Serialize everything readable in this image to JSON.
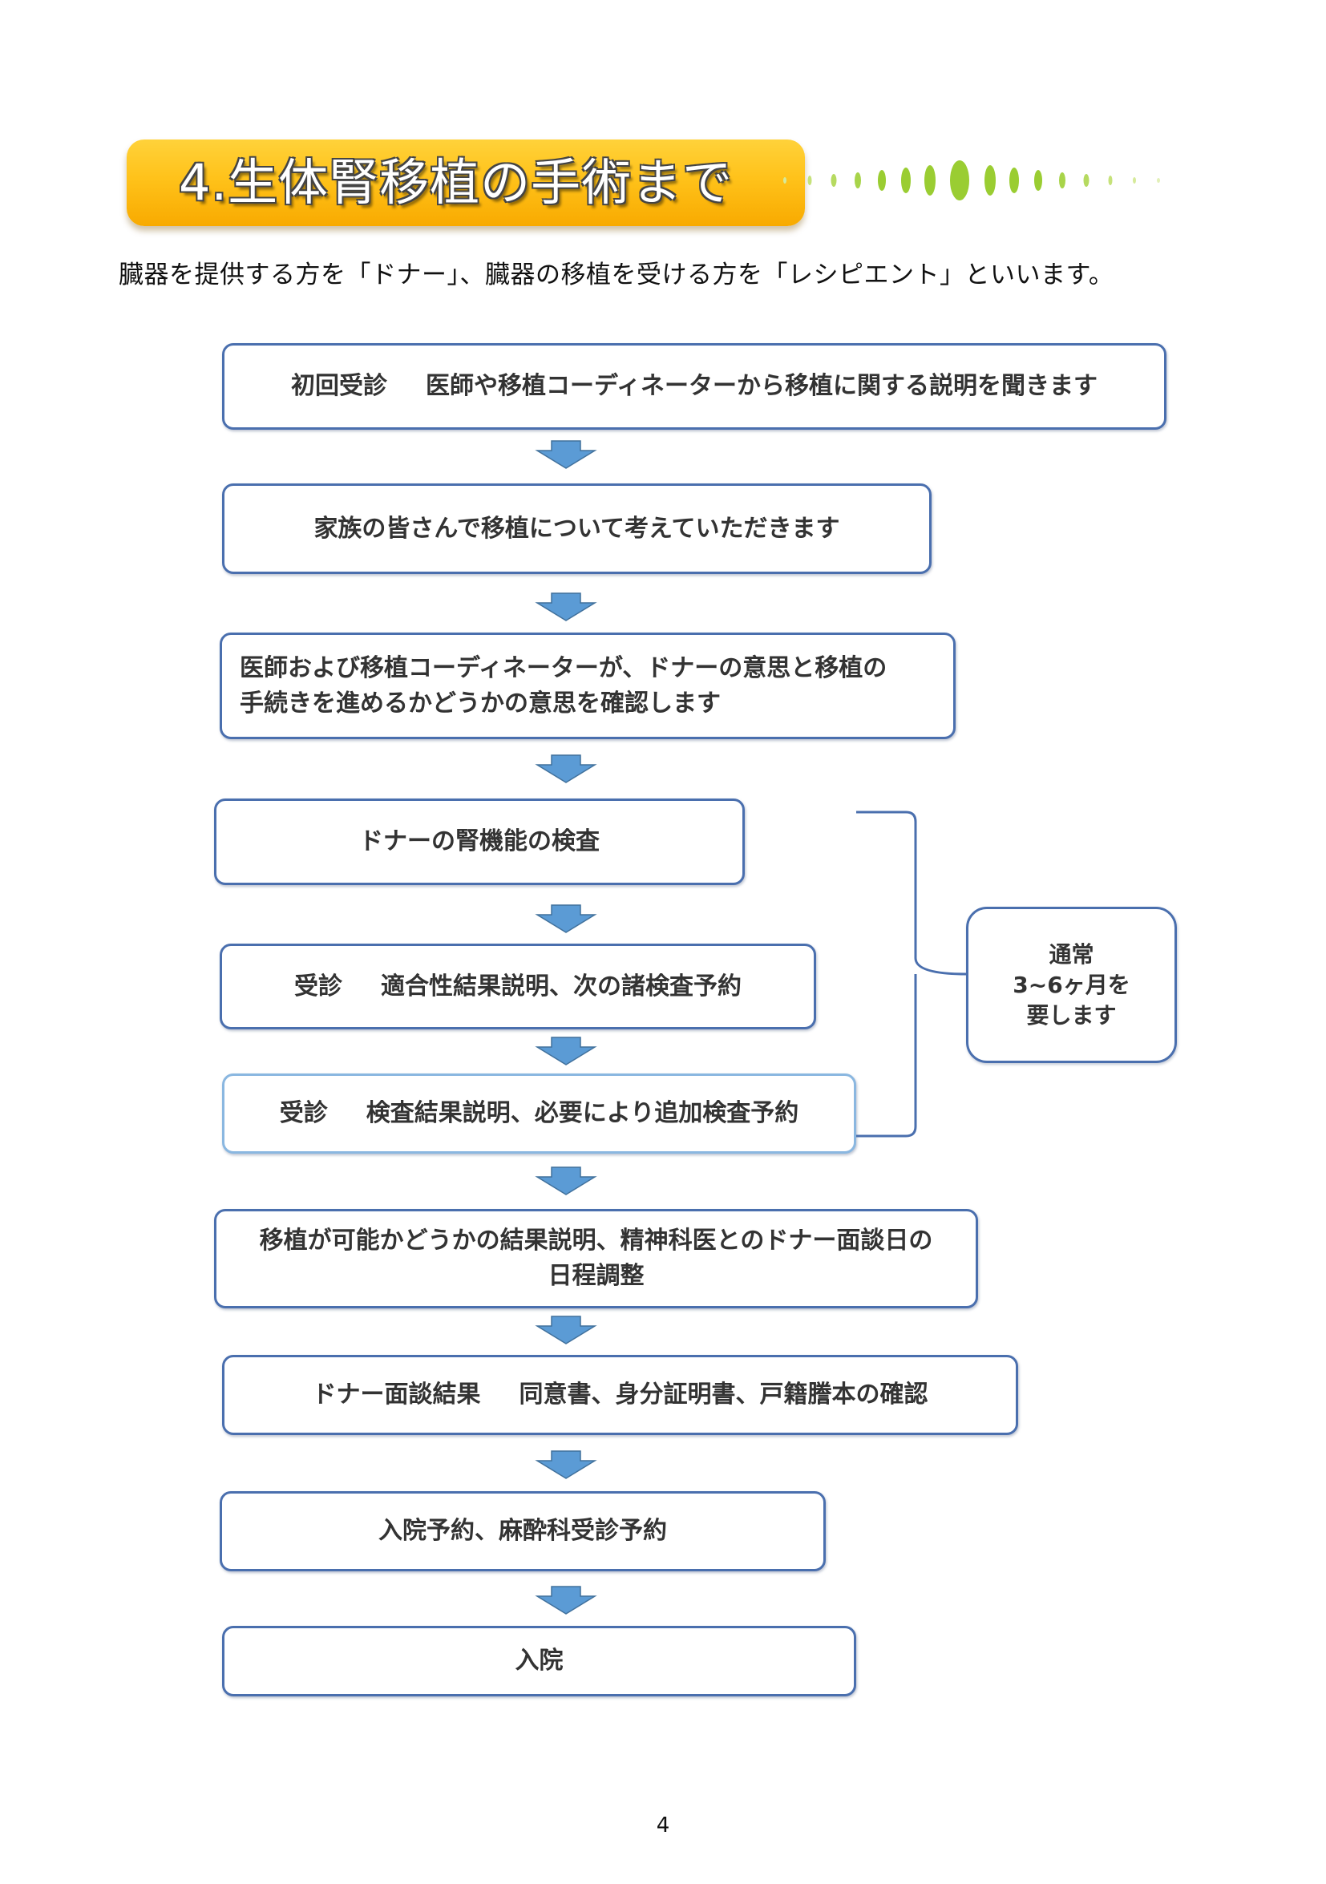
{
  "title": "4.生体腎移植の手術まで",
  "intro": "臓器を提供する方を「ドナー」、臓器の移植を受ける方を「レシピエント」といいます。",
  "steps": [
    {
      "a": "初回受診",
      "b": "医師や移植コーディネーターから移植に関する説明を聞きます"
    },
    {
      "a": "家族の皆さんで移植について考えていただきます"
    },
    {
      "a": "医師および移植コーディネーターが、ドナーの意思と移植の",
      "b": "手続きを進めるかどうかの意思を確認します"
    },
    {
      "a": "ドナーの腎機能の検査"
    },
    {
      "a": "受診",
      "b": "適合性結果説明、次の諸検査予約"
    },
    {
      "a": "受診",
      "b": "検査結果説明、必要により追加検査予約"
    },
    {
      "a": "移植が可能かどうかの結果説明、精神科医とのドナー面談日の",
      "b": "日程調整"
    },
    {
      "a": "ドナー面談結果",
      "b": "同意書、身分証明書、戸籍謄本の確認"
    },
    {
      "a": "入院予約、麻酔科受診予約"
    },
    {
      "a": "入院"
    }
  ],
  "note": {
    "line1": "通常",
    "line2": "3~6ヶ月を",
    "line3": "要します"
  },
  "page_number": "4",
  "colors": {
    "banner": "#ffc21a",
    "box_border": "#4a6fae",
    "arrow": "#5b9bd5",
    "dots": "#9acd32"
  }
}
